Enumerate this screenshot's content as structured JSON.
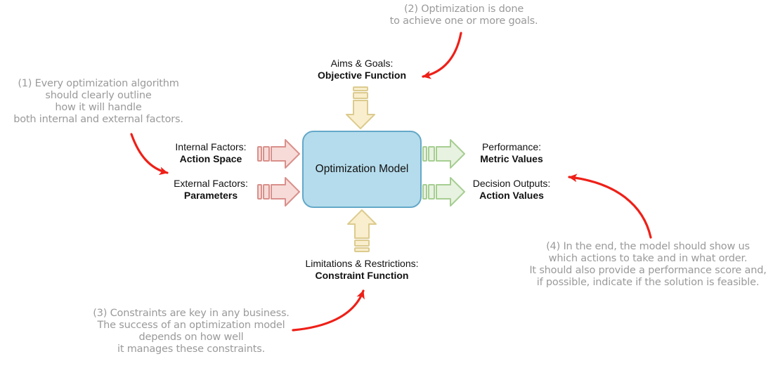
{
  "diagram": {
    "center_box": {
      "label": "Optimization Model"
    },
    "inputs": [
      {
        "title": "Internal Factors:",
        "value": "Action Space"
      },
      {
        "title": "External Factors:",
        "value": "Parameters"
      }
    ],
    "outputs": [
      {
        "title": "Performance:",
        "value": "Metric Values"
      },
      {
        "title": "Decision Outputs:",
        "value": "Action Values"
      }
    ],
    "top": {
      "title": "Aims & Goals:",
      "value": "Objective Function"
    },
    "bottom": {
      "title": "Limitations & Restrictions:",
      "value": "Constraint Function"
    }
  },
  "annotations": {
    "note1": "(1) Every optimization algorithm\nshould clearly outline\nhow it will handle\nboth internal and external factors.",
    "note2": "(2) Optimization is done\nto achieve one or more goals.",
    "note3": "(3) Constraints are key in any business.\nThe success of an optimization model\ndepends on how well\nit manages these constraints.",
    "note4": "(4) In the end, the model should show us\nwhich actions to take and in what order.\nIt should also provide a performance score and,\nif possible, indicate if the solution is feasible."
  },
  "colors": {
    "box_fill": "#b5dcec",
    "box_border": "#64a8c8",
    "input_arrow_fill": "#f7dbd8",
    "input_arrow_border": "#d9908b",
    "output_arrow_fill": "#e8f2e0",
    "output_arrow_border": "#a6ce92",
    "vertical_arrow_fill": "#f9eecd",
    "vertical_arrow_border": "#dccb8e",
    "annotation_arrow": "#ee2018",
    "annotation_text": "#9a9a9a"
  }
}
